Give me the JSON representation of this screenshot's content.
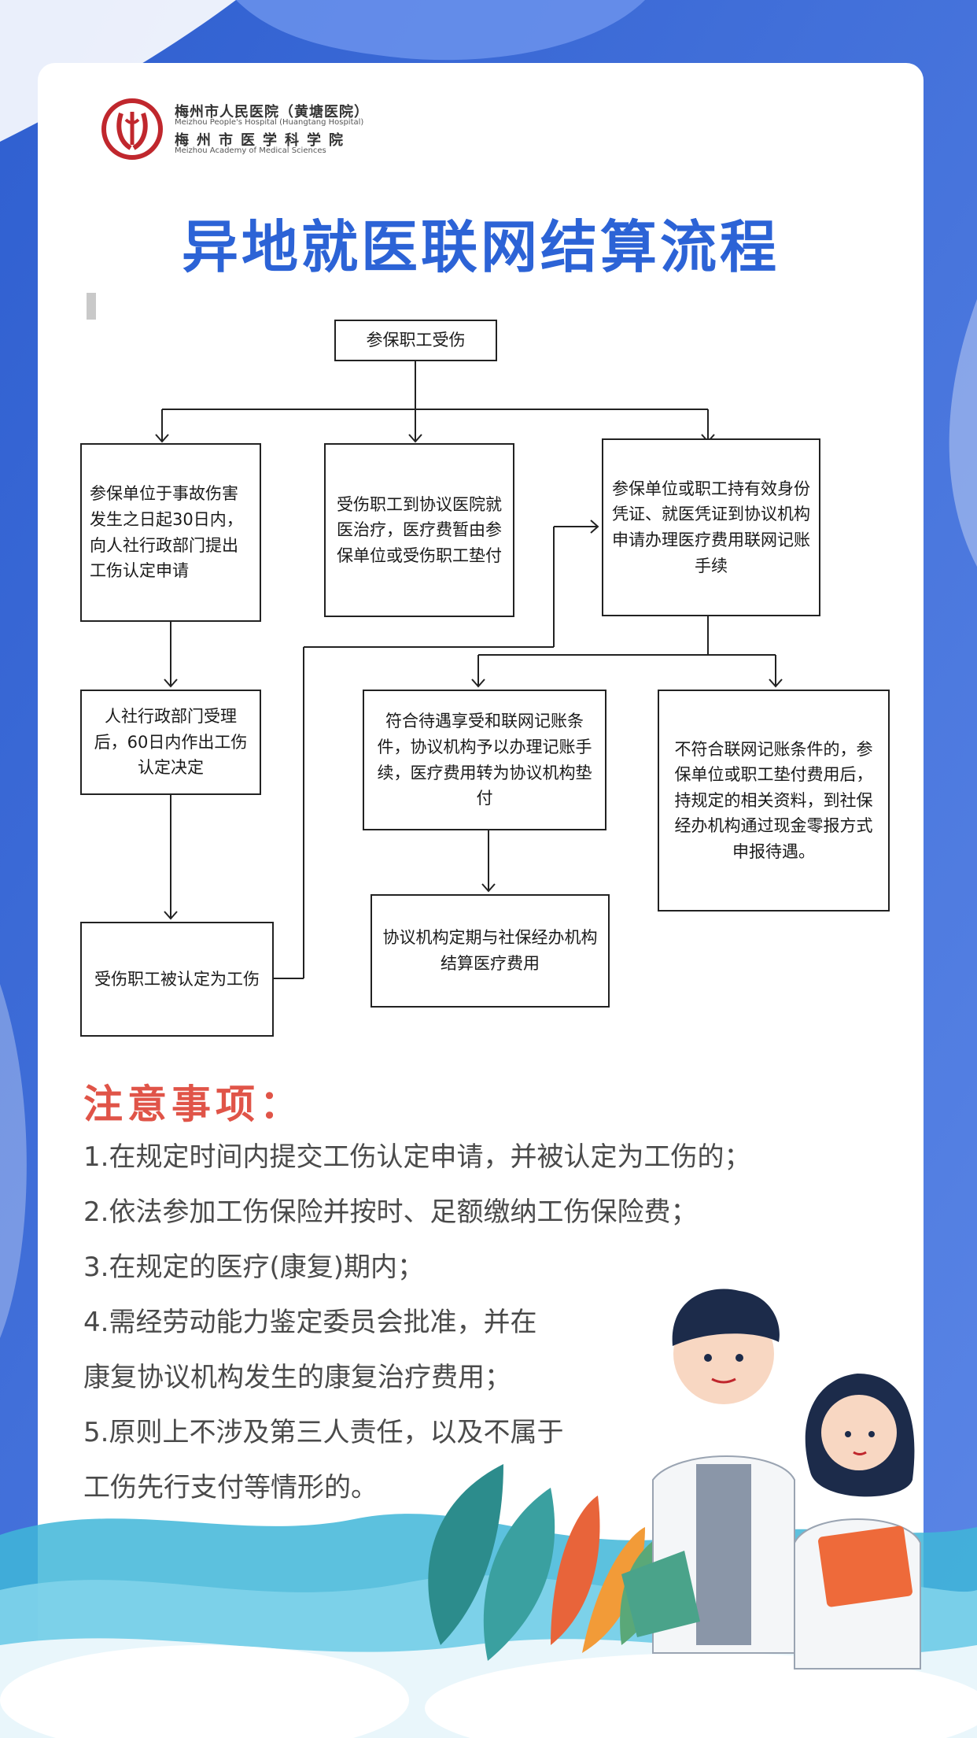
{
  "hospital": {
    "name_cn": "梅州市人民医院（黄塘医院）",
    "name_en": "Meizhou People's Hospital (Huangtang Hospital)",
    "academy_cn": "梅州市医学科学院",
    "academy_en": "Meizhou Academy of Medical Sciences"
  },
  "title": "异地就医联网结算流程",
  "flow": {
    "start": "参保职工受伤",
    "left1": "参保单位于事故伤害发生之日起30日内，向人社行政部门提出工伤认定申请",
    "left2": "人社行政部门受理后，60日内作出工伤认定决定",
    "left3": "受伤职工被认定为工伤",
    "mid1": "受伤职工到协议医院就医治疗，医疗费暂由参保单位或受伤职工垫付",
    "mid2": "符合待遇享受和联网记账条件，协议机构予以办理记账手续，医疗费用转为协议机构垫付",
    "mid3": "协议机构定期与社保经办机构结算医疗费用",
    "right1": "参保单位或职工持有效身份凭证、就医凭证到协议机构申请办理医疗费用联网记账手续",
    "right2": "不符合联网记账条件的，参保单位或职工垫付费用后，持规定的相关资料，到社保经办机构通过现金零报方式申报待遇。"
  },
  "notes": {
    "title": "注意事项：",
    "lines": [
      "1.在规定时间内提交工伤认定申请，并被认定为工伤的；",
      "2.依法参加工伤保险并按时、足额缴纳工伤保险费；",
      "3.在规定的医疗(康复)期内；",
      "4.需经劳动能力鉴定委员会批准，并在",
      "康复协议机构发生的康复治疗费用；",
      "5.原则上不涉及第三人责任，以及不属于",
      "工伤先行支付等情形的。"
    ]
  },
  "colors": {
    "background_blue": "#3f6fd8",
    "title_blue": "#2c63d6",
    "notes_red": "#e05448",
    "logo_red": "#c0272d"
  }
}
